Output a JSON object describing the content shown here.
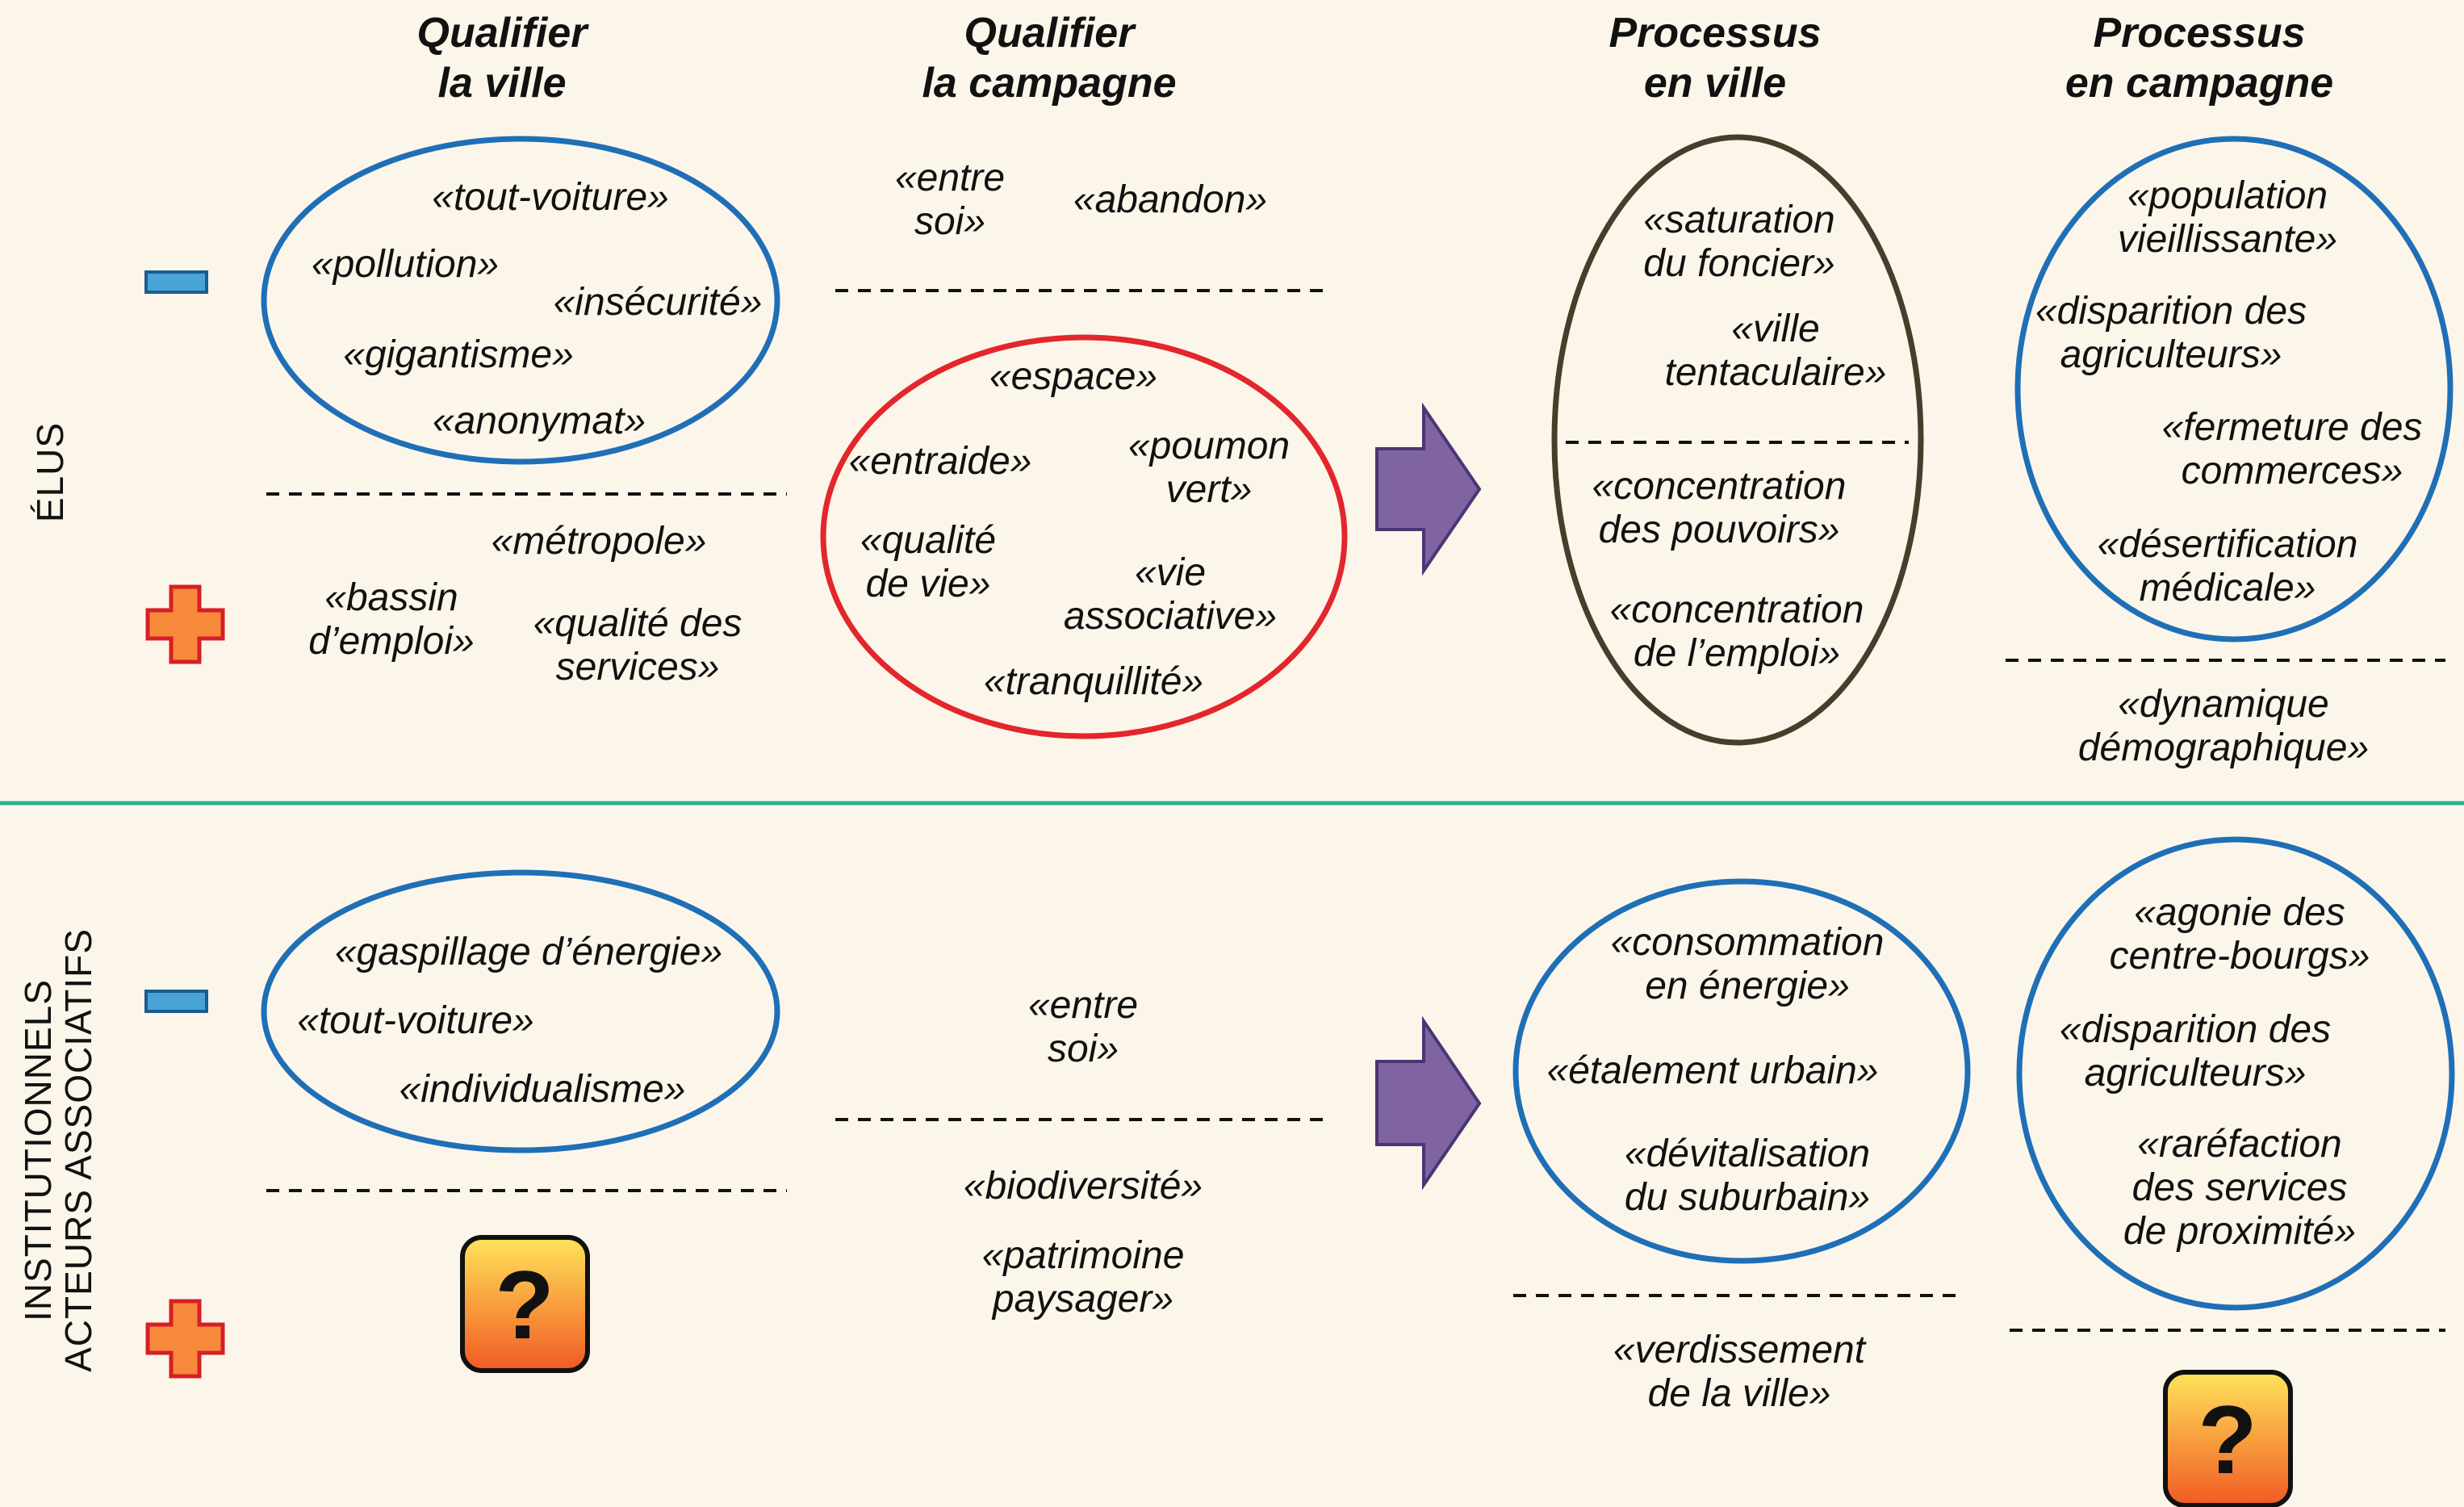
{
  "headers": {
    "qualifier_ville": "Qualifier\nla ville",
    "qualifier_campagne": "Qualifier\nla campagne",
    "processus_ville": "Processus\nen ville",
    "processus_campagne": "Processus\nen campagne"
  },
  "rows": {
    "elus": "ÉLUS",
    "institutionnels": "INSTITUTIONNELS\nACTEURS ASSOCIATIFS"
  },
  "elus": {
    "ville_minus": [
      "«tout-voiture»",
      "«pollution»",
      "«insécurité»",
      "«gigantisme»",
      "«anonymat»"
    ],
    "ville_plus": [
      "«métropole»",
      "«bassin\nd’emploi»",
      "«qualité des\nservices»"
    ],
    "campagne_minus": [
      "«entre\nsoi»",
      "«abandon»"
    ],
    "campagne_plus": [
      "«espace»",
      "«entraide»",
      "«poumon\nvert»",
      "«qualité\nde vie»",
      "«vie\nassociative»",
      "«tranquillité»"
    ],
    "processus_ville_minus": [
      "«saturation\ndu foncier»",
      "«ville\ntentaculaire»"
    ],
    "processus_ville_plus": [
      "«concentration\ndes pouvoirs»",
      "«concentration\nde l’emploi»"
    ],
    "processus_campagne_minus": [
      "«population\nvieillissante»",
      "«disparition des\nagriculteurs»",
      "«fermeture des\ncommerces»",
      "«désertification\nmédicale»"
    ],
    "processus_campagne_plus": [
      "«dynamique\ndémographique»"
    ]
  },
  "institutionnels": {
    "ville_minus": [
      "«gaspillage d’énergie»",
      "«tout-voiture»",
      "«individualisme»"
    ],
    "ville_plus_unknown": "?",
    "campagne_minus": [
      "«entre\nsoi»"
    ],
    "campagne_plus": [
      "«biodiversité»",
      "«patrimoine\npaysager»"
    ],
    "processus_ville_minus": [
      "«consommation\nen énergie»",
      "«étalement urbain»",
      "«dévitalisation\ndu suburbain»"
    ],
    "processus_ville_plus": [
      "«verdissement\nde la ville»"
    ],
    "processus_campagne_minus": [
      "«agonie des\ncentre-bourgs»",
      "«disparition des\nagriculteurs»",
      "«raréfaction\ndes services\nde proximité»"
    ],
    "processus_campagne_plus_unknown": "?"
  },
  "icons": {
    "minus": "minus-icon",
    "plus": "plus-icon",
    "arrow": "arrow-right-icon",
    "question": "question-mark-icon"
  },
  "colors": {
    "background": "#fcf6ea",
    "blue": "#1f6fb7",
    "red": "#e3262b",
    "olive": "#433f2a",
    "arrow": "#8064a2",
    "plus": "#f6893a",
    "minus": "#49a3d8",
    "divider": "#2ab393",
    "question_top": "#ffe45a",
    "question_bottom": "#f15a24"
  }
}
